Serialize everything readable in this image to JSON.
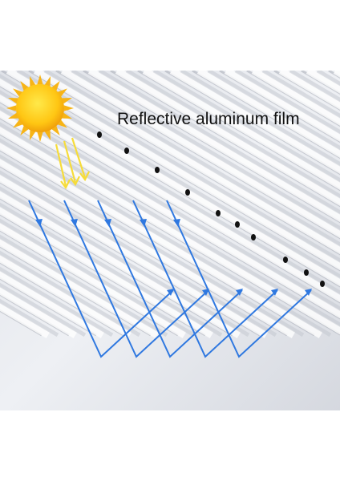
{
  "caption": "Reflective aluminum film",
  "colors": {
    "background": "#ffffff",
    "film_light": "#f4f5f8",
    "film_mid": "#c9ccd4",
    "film_dark": "#8d919c",
    "arrow_blue": "#2f78e0",
    "sun_yellow": "#ffd21a",
    "sun_orange": "#f3a10a",
    "ray_yellow": "#f6dc3a"
  },
  "icons": [
    "sun-icon",
    "sun-ray-arrows",
    "reflection-arrows",
    "perforation-holes"
  ]
}
